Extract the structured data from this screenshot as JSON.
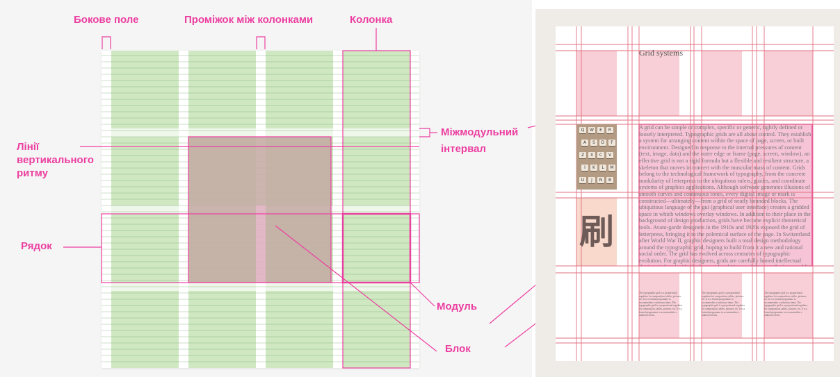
{
  "left_diagram": {
    "labels": {
      "side_margin": "Бокове поле",
      "gutter": "Проміжок між колонками",
      "column": "Колонка",
      "intermodule_line1": "Міжмодульний",
      "intermodule_line2": "інтервал",
      "rhythm_line1": "Лінії",
      "rhythm_line2": "вертикального",
      "rhythm_line3": "ритму",
      "row": "Рядок",
      "module": "Модуль",
      "block": "Блок"
    },
    "colors": {
      "accent": "#ec3ea0",
      "column_fill": "#cfe8c2",
      "block_fill": "#c5aba4"
    }
  },
  "right_page": {
    "title": "Grid systems",
    "cjk_character": "刷",
    "keyboard_keys": [
      "Q",
      "W",
      "E",
      "R",
      "A",
      "S",
      "D",
      "F",
      "Z",
      "X",
      "C",
      "V",
      "I",
      "K",
      "L",
      "M",
      "U",
      "J",
      "N",
      "B"
    ],
    "body_text": "A grid can be simple or complex, specific or generic, tightly defined or loosely interpreted. Typographic grids are all about control. They establish a system for arranging content within the space of page, screen, or built environment. Designed in response to the internal pressures of content (text, image, data) and the outer edge or frame (page, screen, window), an effective grid is not a rigid formula but a flexible and resilient structure, a skeleton that moves in concert with the muscular mass of content. Grids belong to the technological framework of typography, from the concrete modularity of letterpress to the ubiquitous rulers, guides, and coordinate systems of graphics applications. Although software generates illusions of smooth curves and continuous tones, every digital image or mark is constructed—ultimately—from a grid of neatly bounded blocks. The ubiquitous language of the gui (graphical user interface) creates a gridded space in which windows overlay windows. In addition to their place in the background of design production, grids have become explicit theoretical tools. Avant-garde designers in the 1910s and 1920s exposed the grid of letterpress, bringing it to the polemical surface of the page. In Switzerland after World War II, graphic designers built a total design methodology around the typographic grid, hoping to build from it a new and rational social order. The grid has evolved across centuries of typographic evolution. For graphic designers, grids are carefully honed intellectual devices, infused with ideology and ambition, and they are the inescapable mesh that filters, at some level of resolution, nearly every system of writing and",
    "small_text": "The typographic grid is a proportional regulator for composition, tables, pictures, etc. It is a formal programme to accommodate x unknown items. The typographic grid is a proportional regulator for composition, tables, pictures, etc. It is a formal programme to accommodate x unknown items."
  }
}
